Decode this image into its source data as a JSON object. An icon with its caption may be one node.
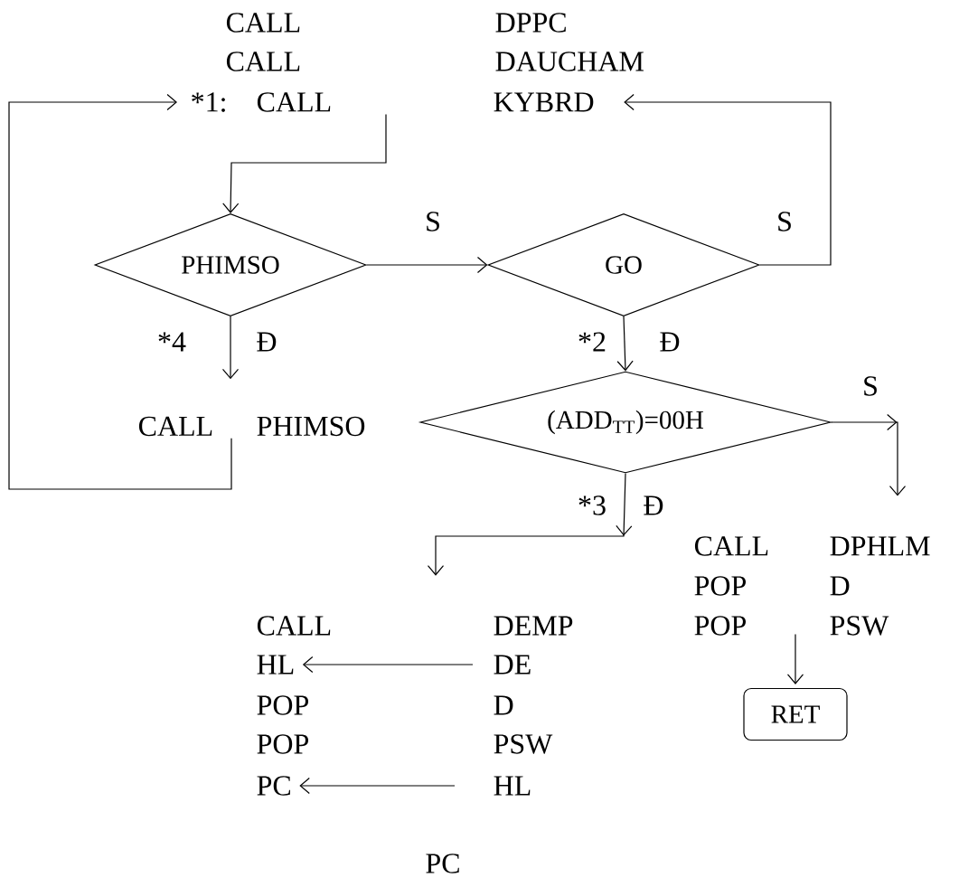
{
  "diagram": {
    "nodes": [
      {
        "text": [
          "*1:",
          "CALL",
          "KYBRD"
        ]
      },
      {
        "text": [
          "PHIMSO"
        ]
      },
      {
        "text": [
          "GO"
        ]
      },
      {
        "text": [
          "(ADD$_{TT}$)=00H"
        ]
      },
      {
        "text": [
          "CALL",
          "PHIMSO"
        ]
      },
      {
        "text": [
          "CALL",
          "DPHLM",
          "POP",
          "D",
          "POP",
          "PSW"
        ]
      },
      {
        "text": [
          "RET"
        ]
      },
      {
        "text": [
          "CALL",
          "DEMP"
        ]
      },
      {
        "text": [
          "HL"
        ]
      },
      {
        "text": [
          "DE"
        ]
      },
      {
        "text": [
          "PC"
        ]
      },
      {
        "text": [
          "HL"
        ]
      }
    ],
    "edges": [
      {
        "from": 0,
        "to": 1,
        "arrow": "to"
      },
      {
        "from": 4,
        "to": 0,
        "arrow": "to"
      },
      {
        "from": 1,
        "to": 2,
        "arrow": "to",
        "label": "S"
      },
      {
        "from": 2,
        "to": 0,
        "arrow": "to",
        "label": "S"
      },
      {
        "from": 1,
        "to": 4,
        "arrow": "to",
        "label": "Đ"
      },
      {
        "from": 2,
        "to": 3,
        "arrow": "to",
        "label": "Đ"
      },
      {
        "from": 3,
        "to": 5,
        "arrow": "to",
        "label": "S"
      },
      {
        "from": 3,
        "to": 7,
        "arrow": "to",
        "label": "Đ"
      },
      {
        "from": 5,
        "to": 6,
        "arrow": "to"
      },
      {
        "from": 9,
        "to": 8,
        "arrow": "to"
      },
      {
        "from": 11,
        "to": 10,
        "arrow": "to"
      }
    ],
    "labels": [
      "CALL",
      "DPPC",
      "CALL",
      "DAUCHAM",
      "*4",
      "*2",
      "*3",
      "POP",
      "D",
      "POP",
      "PSW",
      "PC"
    ]
  }
}
